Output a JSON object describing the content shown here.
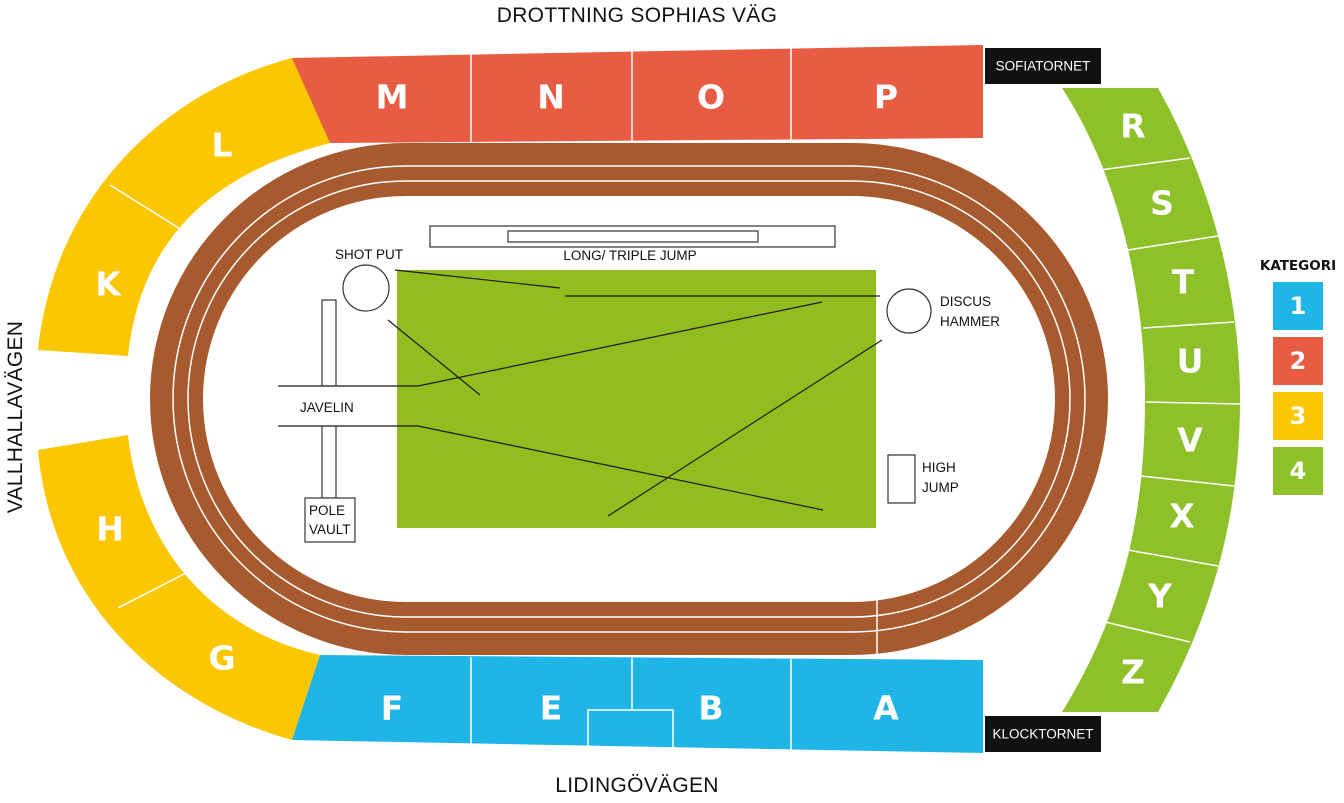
{
  "streets": {
    "north": "DROTTNING SOPHIAS VÄG",
    "south": "LIDINGÖVÄGEN",
    "west": "VALLHALLAVÄGEN"
  },
  "towers": {
    "north_east": "SOFIATORNET",
    "south_east": "KLOCKTORNET"
  },
  "sections": {
    "north": [
      "M",
      "N",
      "O",
      "P"
    ],
    "south": [
      "F",
      "E",
      "B",
      "A"
    ],
    "west_upper": [
      "L",
      "K"
    ],
    "west_lower": [
      "H",
      "G"
    ],
    "east": [
      "R",
      "S",
      "T",
      "U",
      "V",
      "X",
      "Y",
      "Z"
    ]
  },
  "events": {
    "long_triple_jump": "LONG/ TRIPLE JUMP",
    "shot_put": "SHOT PUT",
    "discus": "DISCUS",
    "hammer": "HAMMER",
    "javelin": "JAVELIN",
    "high_jump_1": "HIGH",
    "high_jump_2": "JUMP",
    "pole_vault_1": "POLE",
    "pole_vault_2": "VAULT"
  },
  "legend": {
    "title": "KATEGORI",
    "items": [
      {
        "label": "1",
        "color": "#1fb5e6"
      },
      {
        "label": "2",
        "color": "#e85c44"
      },
      {
        "label": "3",
        "color": "#fcc600"
      },
      {
        "label": "4",
        "color": "#8ec02a"
      }
    ]
  },
  "colors": {
    "category_1": "#1fb5e6",
    "category_2": "#e85c44",
    "category_3": "#fcc600",
    "category_4": "#8ec02a",
    "track": "#a65a2e",
    "field": "#92bd1e"
  }
}
